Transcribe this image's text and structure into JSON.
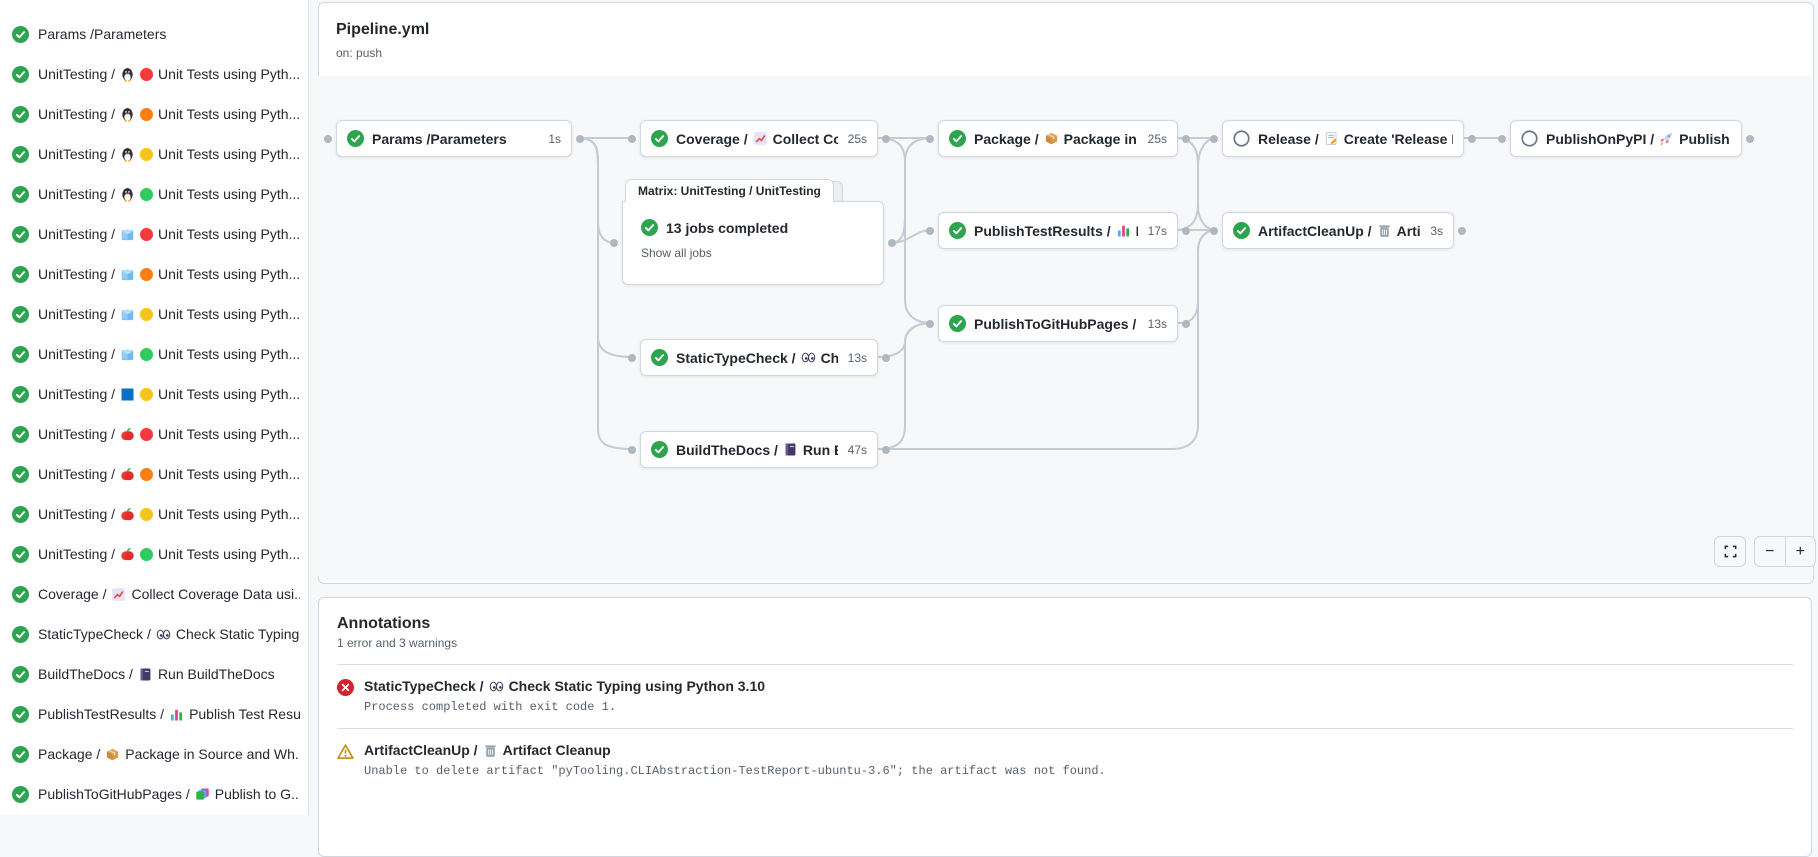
{
  "colors": {
    "success": "#2da44e",
    "error": "#d1242f",
    "warning": "#c28b00",
    "muted": "#57606a"
  },
  "sidebar": {
    "jobs": [
      {
        "workflow": "Params",
        "icons": [],
        "name": "Parameters"
      },
      {
        "workflow": "UnitTesting",
        "icons": [
          "linux-icon",
          "dot-red-icon"
        ],
        "name": "Unit Tests using Pyth..."
      },
      {
        "workflow": "UnitTesting",
        "icons": [
          "linux-icon",
          "dot-orange-icon"
        ],
        "name": "Unit Tests using Pyth..."
      },
      {
        "workflow": "UnitTesting",
        "icons": [
          "linux-icon",
          "dot-yellow-icon"
        ],
        "name": "Unit Tests using Pyth..."
      },
      {
        "workflow": "UnitTesting",
        "icons": [
          "linux-icon",
          "dot-green-icon"
        ],
        "name": "Unit Tests using Pyth..."
      },
      {
        "workflow": "UnitTesting",
        "icons": [
          "ice-cube-icon",
          "dot-red-icon"
        ],
        "name": "Unit Tests using Pyth..."
      },
      {
        "workflow": "UnitTesting",
        "icons": [
          "ice-cube-icon",
          "dot-orange-icon"
        ],
        "name": "Unit Tests using Pyth..."
      },
      {
        "workflow": "UnitTesting",
        "icons": [
          "ice-cube-icon",
          "dot-yellow-icon"
        ],
        "name": "Unit Tests using Pyth..."
      },
      {
        "workflow": "UnitTesting",
        "icons": [
          "ice-cube-icon",
          "dot-green-icon"
        ],
        "name": "Unit Tests using Pyth..."
      },
      {
        "workflow": "UnitTesting",
        "icons": [
          "windows-icon",
          "dot-yellow-icon"
        ],
        "name": "Unit Tests using Pyth..."
      },
      {
        "workflow": "UnitTesting",
        "icons": [
          "apple-icon",
          "dot-red-icon"
        ],
        "name": "Unit Tests using Pyth..."
      },
      {
        "workflow": "UnitTesting",
        "icons": [
          "apple-icon",
          "dot-orange-icon"
        ],
        "name": "Unit Tests using Pyth..."
      },
      {
        "workflow": "UnitTesting",
        "icons": [
          "apple-icon",
          "dot-yellow-icon"
        ],
        "name": "Unit Tests using Pyth..."
      },
      {
        "workflow": "UnitTesting",
        "icons": [
          "apple-icon",
          "dot-green-icon"
        ],
        "name": "Unit Tests using Pyth..."
      },
      {
        "workflow": "Coverage",
        "icons": [
          "chart-increasing-icon"
        ],
        "name": "Collect Coverage Data usi..."
      },
      {
        "workflow": "StaticTypeCheck",
        "icons": [
          "eyes-icon"
        ],
        "name": "Check Static Typing..."
      },
      {
        "workflow": "BuildTheDocs",
        "icons": [
          "book-icon"
        ],
        "name": "Run BuildTheDocs"
      },
      {
        "workflow": "PublishTestResults",
        "icons": [
          "bar-chart-icon"
        ],
        "name": "Publish Test Resu..."
      },
      {
        "workflow": "Package",
        "icons": [
          "package-icon"
        ],
        "name": "Package in Source and Wh..."
      },
      {
        "workflow": "PublishToGitHubPages",
        "icons": [
          "books-icon"
        ],
        "name": "Publish to G..."
      }
    ]
  },
  "graph": {
    "title": "Pipeline.yml",
    "trigger": "on: push",
    "nodes": [
      {
        "id": "params",
        "status": "success",
        "workflow": "Params",
        "icons": [],
        "name": "Parameters",
        "duration": "1s"
      },
      {
        "id": "coverage",
        "status": "success",
        "workflow": "Coverage",
        "icons": [
          "chart-increasing-icon"
        ],
        "name": "Collect Cove...",
        "duration": "25s"
      },
      {
        "id": "package",
        "status": "success",
        "workflow": "Package",
        "icons": [
          "package-icon"
        ],
        "name": "Package in So...",
        "duration": "25s"
      },
      {
        "id": "release",
        "status": "skipped",
        "workflow": "Release",
        "icons": [
          "release-icon"
        ],
        "name": "Create 'Release P...",
        "duration": ""
      },
      {
        "id": "pypi",
        "status": "skipped",
        "workflow": "PublishOnPyPI",
        "icons": [
          "rocket-icon"
        ],
        "name": "Publish to ...",
        "duration": ""
      },
      {
        "id": "ptr",
        "status": "success",
        "workflow": "PublishTestResults",
        "icons": [
          "bar-chart-icon"
        ],
        "name": "Pu...",
        "duration": "17s"
      },
      {
        "id": "cleanup",
        "status": "success",
        "workflow": "ArtifactCleanUp",
        "icons": [
          "trash-icon"
        ],
        "name": "Artifac...",
        "duration": "3s"
      },
      {
        "id": "pages",
        "status": "success",
        "workflow": "PublishToGitHubPages",
        "icons": [
          "books-icon"
        ],
        "name": "...",
        "duration": "13s"
      },
      {
        "id": "stc",
        "status": "success",
        "workflow": "StaticTypeCheck",
        "icons": [
          "eyes-icon"
        ],
        "name": "Chec...",
        "duration": "13s"
      },
      {
        "id": "btd",
        "status": "success",
        "workflow": "BuildTheDocs",
        "icons": [
          "book-icon"
        ],
        "name": "Run Buil...",
        "duration": "47s"
      }
    ],
    "matrix": {
      "tab": "Matrix: UnitTesting / UnitTesting",
      "status_text": "13 jobs completed",
      "link": "Show all jobs"
    },
    "controls": {
      "zoom_out": "−",
      "zoom_in": "+"
    }
  },
  "annotations": {
    "title": "Annotations",
    "summary": "1 error and 3 warnings",
    "items": [
      {
        "severity": "error",
        "job": "StaticTypeCheck",
        "icons": [
          "eyes-icon"
        ],
        "step": "Check Static Typing using Python 3.10",
        "message": "Process completed with exit code 1."
      },
      {
        "severity": "warning",
        "job": "ArtifactCleanUp",
        "icons": [
          "trash-icon"
        ],
        "step": "Artifact Cleanup",
        "message": "Unable to delete artifact \"pyTooling.CLIAbstraction-TestReport-ubuntu-3.6\"; the artifact was not found."
      }
    ]
  }
}
